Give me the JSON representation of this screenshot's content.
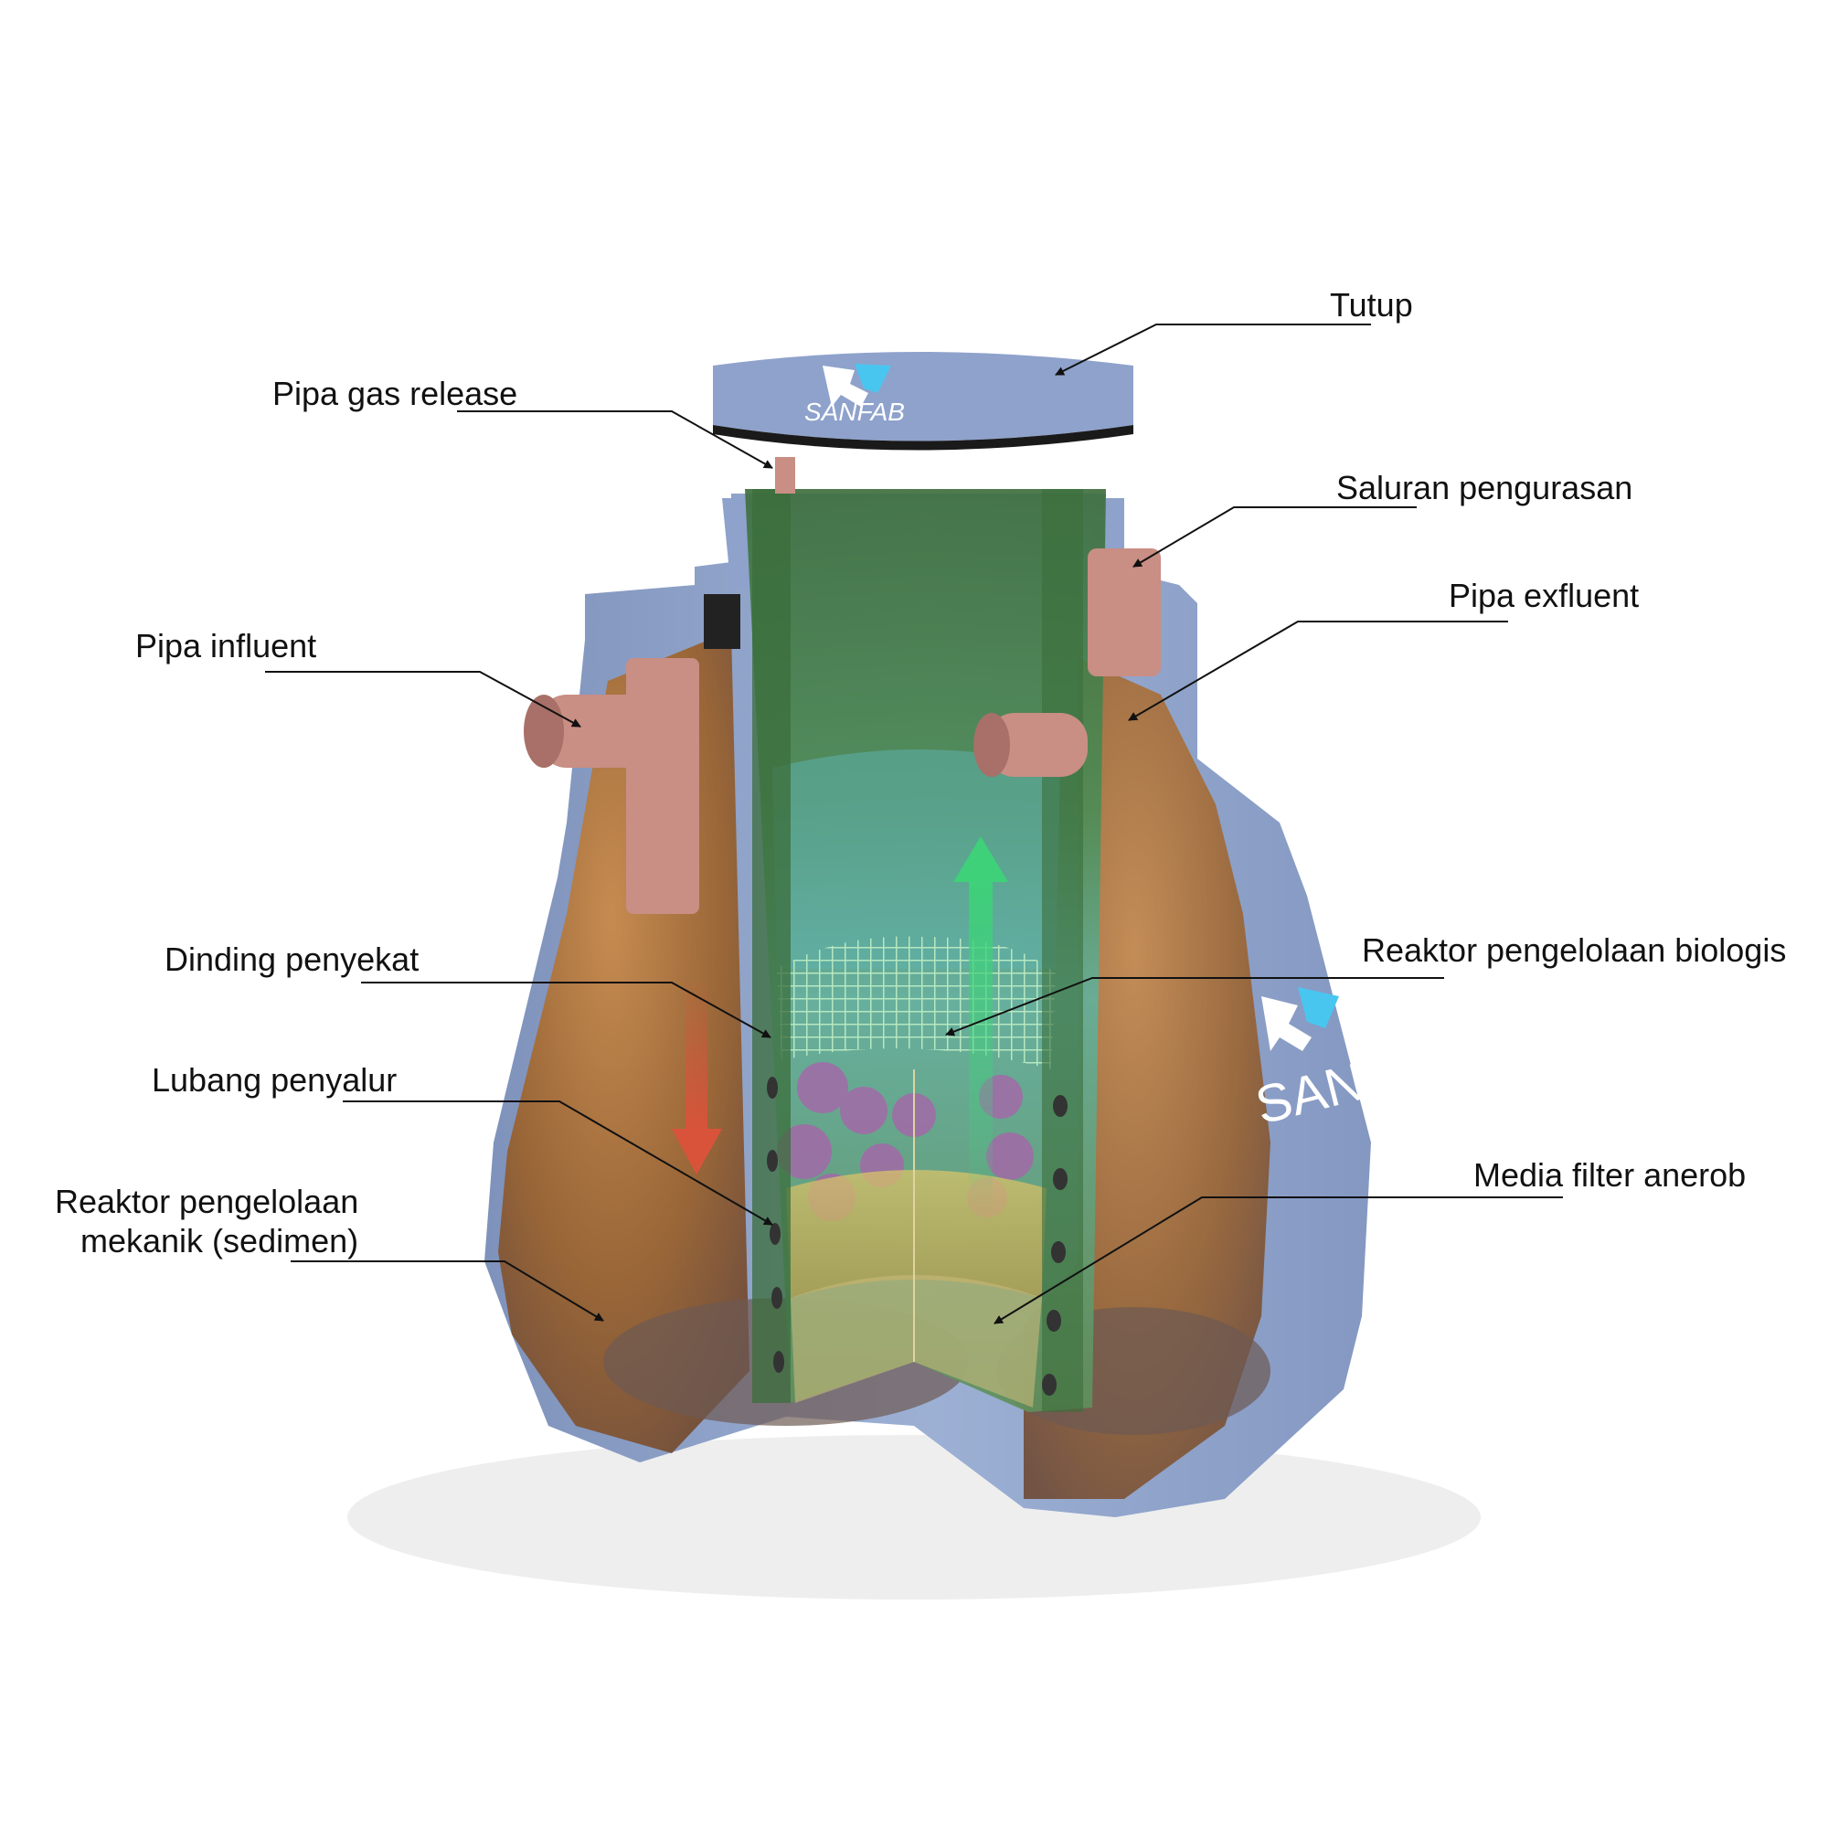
{
  "brand": {
    "lid_logo": "SANFAB",
    "body_logo": "SANFAB",
    "colors": {
      "tank_blue": "#8fa3c9",
      "pipe_pink": "#c98e84",
      "filter_green": "#4a7f4a",
      "sediment_brown": "#8a5a30",
      "arrow_red": "#d9533a",
      "arrow_green": "#3fd07a",
      "mesh": "#b6e8c0",
      "media": "#a26aa8"
    }
  },
  "labels": {
    "tutup": "Tutup",
    "pipa_gas_release": "Pipa gas release",
    "saluran_pengurasan": "Saluran pengurasan",
    "pipa_exfluent": "Pipa exfluent",
    "pipa_influent": "Pipa influent",
    "dinding_penyekat": "Dinding penyekat",
    "reaktor_biologis": "Reaktor pengelolaan biologis",
    "lubang_penyalur": "Lubang penyalur",
    "media_filter": "Media filter anerob",
    "reaktor_mekanik_line1": "Reaktor pengelolaan",
    "reaktor_mekanik_line2": "mekanik (sedimen)"
  },
  "icons": [
    "sanfab-logo-icon",
    "flow-down-arrow-icon",
    "flow-up-arrow-icon"
  ]
}
